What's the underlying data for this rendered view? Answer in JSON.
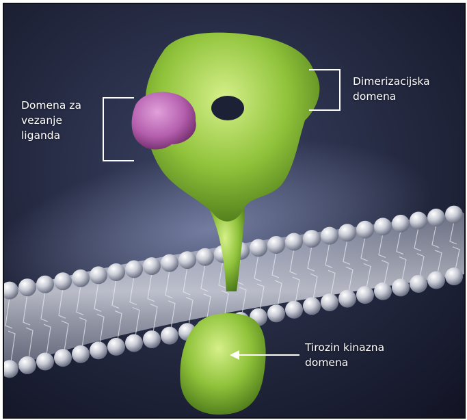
{
  "labels": {
    "ligand_binding": "Domena za\nvezanje\nliganda",
    "dimerization": "Dimerizacijska\ndomena",
    "tyrosine_kinase": "Tirozin kinazna\ndomena"
  },
  "colors": {
    "background": "#1c1f33",
    "receptor": "#8fc23a",
    "ligand": "#b55fae",
    "membrane": "#c9ccd6",
    "annotation": "#ffffff"
  }
}
